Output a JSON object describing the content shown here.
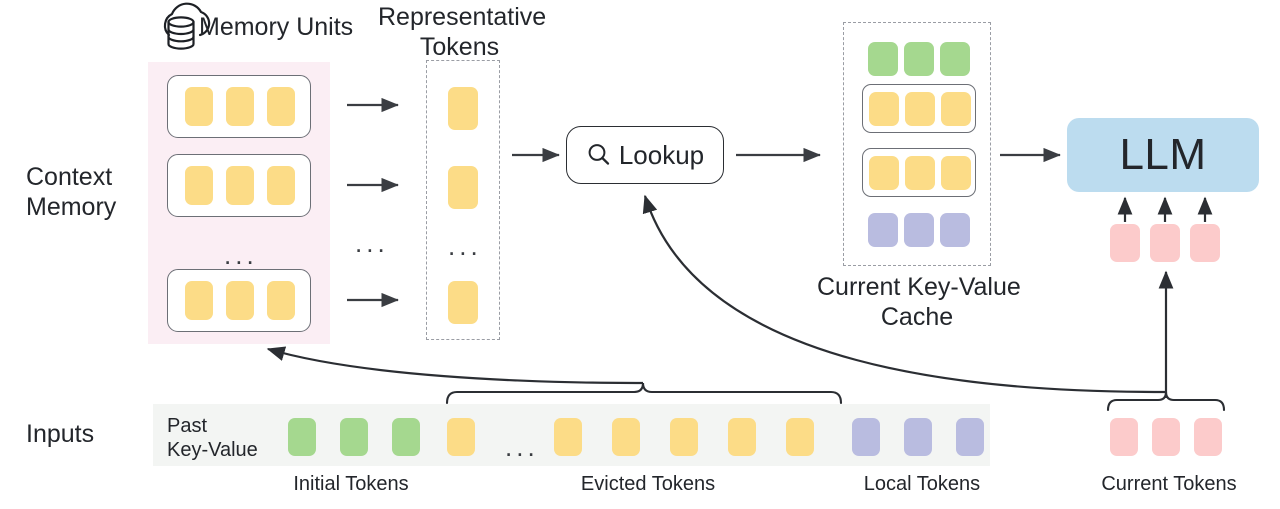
{
  "title": "Context memory / KV-cache lookup architecture diagram",
  "colors": {
    "yellow_token": "#FCDC87",
    "green_token": "#A5D88F",
    "purple_token": "#B9BCE0",
    "pink_token": "#FCCBCB",
    "llm_box": "#BCDCEF",
    "context_panel": "#FBEEF4",
    "input_strip": "#F3F5F3",
    "stroke": "#2B2E33"
  },
  "row_labels": {
    "context_memory": "Context\nMemory",
    "inputs": "Inputs"
  },
  "memory_units": {
    "heading": "Memory Units",
    "icon": "cloud-database-icon",
    "ellipsis": "...",
    "units": [
      {
        "tokens": [
          "yellow",
          "yellow",
          "yellow"
        ]
      },
      {
        "tokens": [
          "yellow",
          "yellow",
          "yellow"
        ]
      },
      {
        "tokens": [
          "yellow",
          "yellow",
          "yellow"
        ]
      }
    ]
  },
  "representative_tokens": {
    "heading": "Representative\nTokens",
    "ellipsis": "...",
    "arrow_ellipsis": "...",
    "tokens": [
      "yellow",
      "yellow",
      "yellow"
    ]
  },
  "lookup": {
    "label": "Lookup",
    "icon": "search-icon"
  },
  "kv_cache": {
    "caption": "Current Key-Value\nCache",
    "rows": [
      {
        "boxed": false,
        "tokens": [
          "green",
          "green",
          "green"
        ]
      },
      {
        "boxed": true,
        "tokens": [
          "yellow",
          "yellow",
          "yellow"
        ]
      },
      {
        "boxed": true,
        "tokens": [
          "yellow",
          "yellow",
          "yellow"
        ]
      },
      {
        "boxed": false,
        "tokens": [
          "purple",
          "purple",
          "purple"
        ]
      }
    ]
  },
  "llm": {
    "label": "LLM"
  },
  "inputs": {
    "strip_label": "Past\nKey-Value",
    "ellipsis": "...",
    "sequence": [
      {
        "color": "green",
        "group": "initial"
      },
      {
        "color": "green",
        "group": "initial"
      },
      {
        "color": "green",
        "group": "initial"
      },
      {
        "color": "yellow",
        "group": "evicted"
      },
      {
        "color": "yellow",
        "group": "evicted"
      },
      {
        "color": "yellow",
        "group": "evicted"
      },
      {
        "color": "yellow",
        "group": "evicted"
      },
      {
        "color": "yellow",
        "group": "evicted"
      },
      {
        "color": "yellow",
        "group": "evicted"
      },
      {
        "color": "purple",
        "group": "local"
      },
      {
        "color": "purple",
        "group": "local"
      },
      {
        "color": "purple",
        "group": "local"
      }
    ],
    "current_tokens": [
      {
        "color": "pink"
      },
      {
        "color": "pink"
      },
      {
        "color": "pink"
      }
    ],
    "group_captions": {
      "initial": "Initial Tokens",
      "evicted": "Evicted Tokens",
      "local": "Local Tokens",
      "current": "Current Tokens"
    }
  }
}
